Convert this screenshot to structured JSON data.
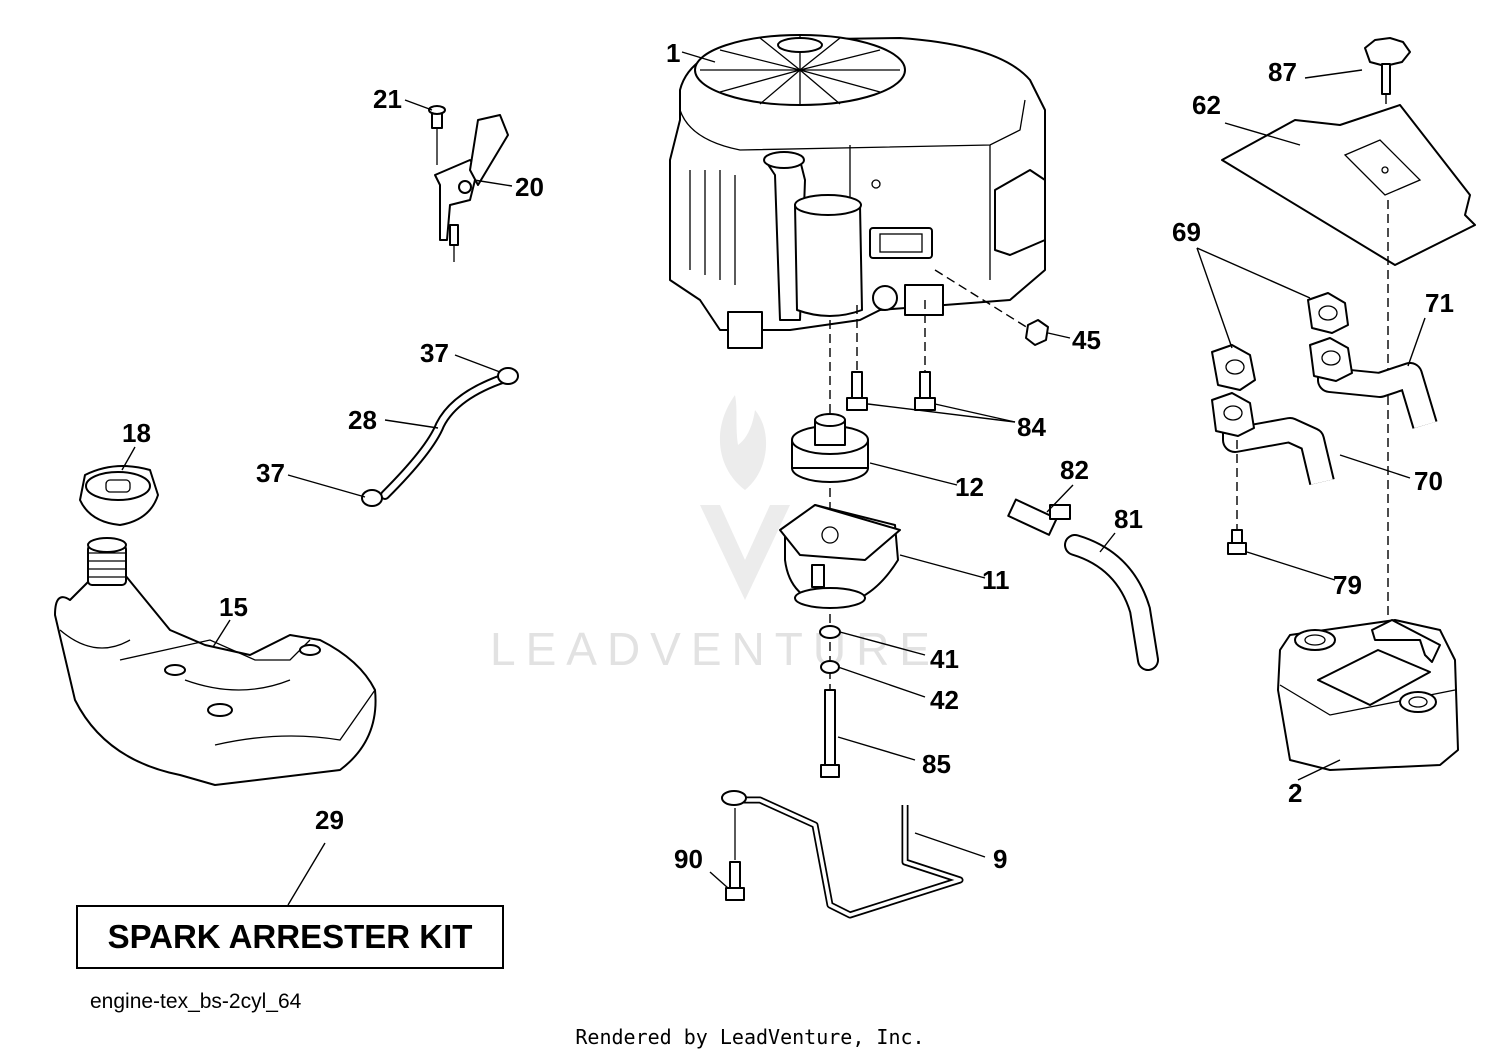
{
  "watermark": "LEADVENTURE",
  "kit_label": "SPARK ARRESTER KIT",
  "diagram_id": "engine-tex_bs-2cyl_64",
  "footer": "Rendered by LeadVenture, Inc.",
  "callouts": [
    {
      "id": "c1",
      "label": "1"
    },
    {
      "id": "c2",
      "label": "2"
    },
    {
      "id": "c9",
      "label": "9"
    },
    {
      "id": "c11",
      "label": "11"
    },
    {
      "id": "c12",
      "label": "12"
    },
    {
      "id": "c15",
      "label": "15"
    },
    {
      "id": "c18",
      "label": "18"
    },
    {
      "id": "c20",
      "label": "20"
    },
    {
      "id": "c21",
      "label": "21"
    },
    {
      "id": "c28",
      "label": "28"
    },
    {
      "id": "c29",
      "label": "29"
    },
    {
      "id": "c37a",
      "label": "37"
    },
    {
      "id": "c37b",
      "label": "37"
    },
    {
      "id": "c41",
      "label": "41"
    },
    {
      "id": "c42",
      "label": "42"
    },
    {
      "id": "c45",
      "label": "45"
    },
    {
      "id": "c62",
      "label": "62"
    },
    {
      "id": "c69",
      "label": "69"
    },
    {
      "id": "c70",
      "label": "70"
    },
    {
      "id": "c71",
      "label": "71"
    },
    {
      "id": "c79",
      "label": "79"
    },
    {
      "id": "c81",
      "label": "81"
    },
    {
      "id": "c82",
      "label": "82"
    },
    {
      "id": "c84",
      "label": "84"
    },
    {
      "id": "c85",
      "label": "85"
    },
    {
      "id": "c87",
      "label": "87"
    },
    {
      "id": "c90",
      "label": "90"
    }
  ]
}
